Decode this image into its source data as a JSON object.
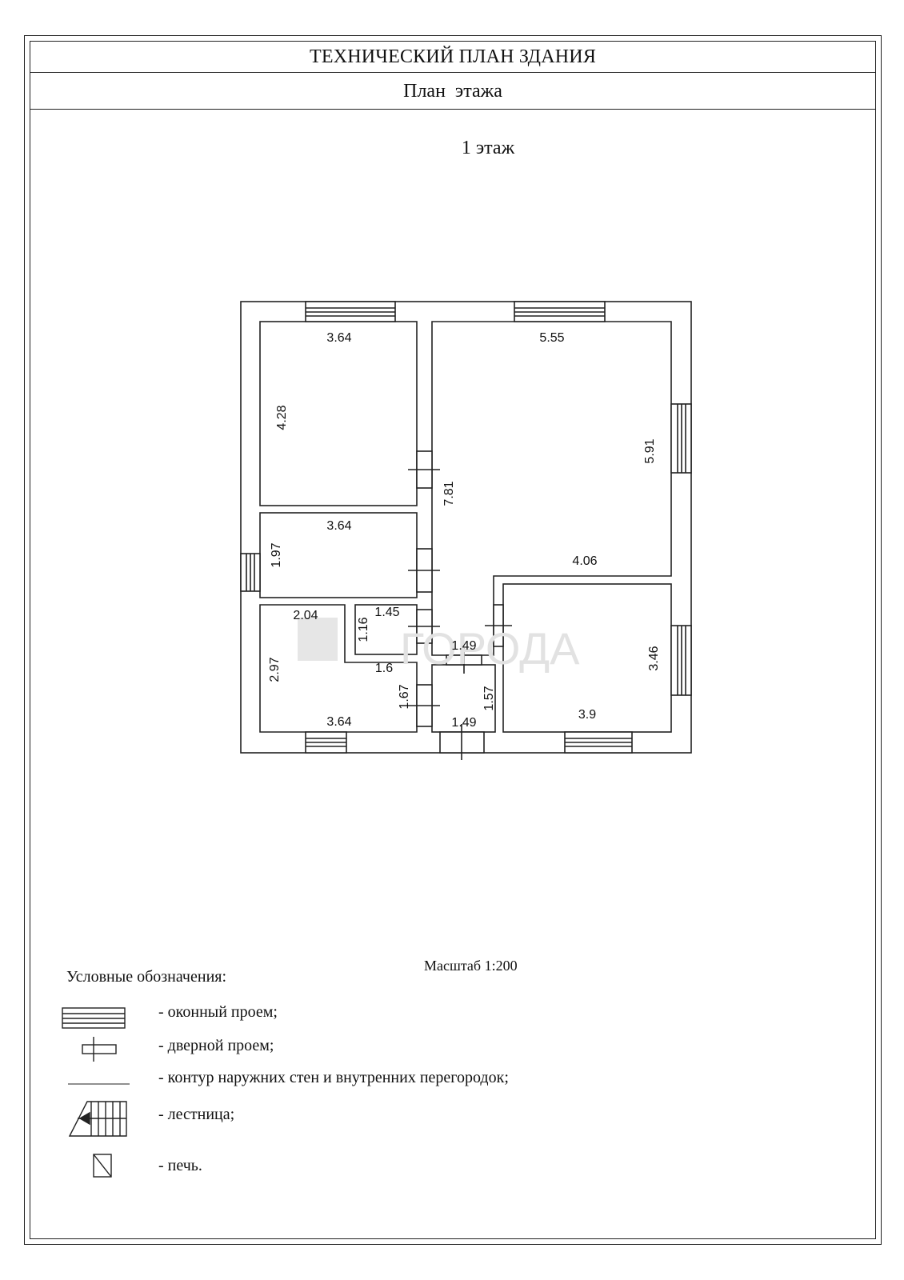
{
  "header": {
    "title": "ТЕХНИЧЕСКИЙ ПЛАН ЗДАНИЯ",
    "subtitle": "План  этажа"
  },
  "plan": {
    "floor_label": "1 этаж",
    "watermark": "ГОРОДА",
    "dimensions": {
      "room_nw_width": "3.64",
      "room_nw_height": "4.28",
      "room_large_width": "5.55",
      "room_large_height": "5.91",
      "corridor_length": "7.81",
      "room_mid_width": "3.64",
      "room_mid_height": "1.97",
      "room_large_bottom": "4.06",
      "room_sw_top": "2.04",
      "room_sw_height": "2.97",
      "room_sw_width": "3.64",
      "room_sw_door_side": "1.67",
      "small_room_width": "1.45",
      "small_room_height": "1.16",
      "small_room_bottom": "1.6",
      "hall_width": "1.49",
      "vestibule_width": "1.49",
      "vestibule_height": "1.57",
      "room_se_height": "3.46",
      "room_se_width": "3.9"
    }
  },
  "footer": {
    "scale": "Масштаб 1:200",
    "legend_title": "Условные обозначения:",
    "legend_items": [
      {
        "icon": "window-opening-icon",
        "label": "- оконный проем;"
      },
      {
        "icon": "door-opening-icon",
        "label": "- дверной проем;"
      },
      {
        "icon": "wall-contour-icon",
        "label": "- контур наружних стен и внутренних перегородок;"
      },
      {
        "icon": "staircase-icon",
        "label": "- лестница;"
      },
      {
        "icon": "stove-icon",
        "label": "- печь."
      }
    ]
  }
}
